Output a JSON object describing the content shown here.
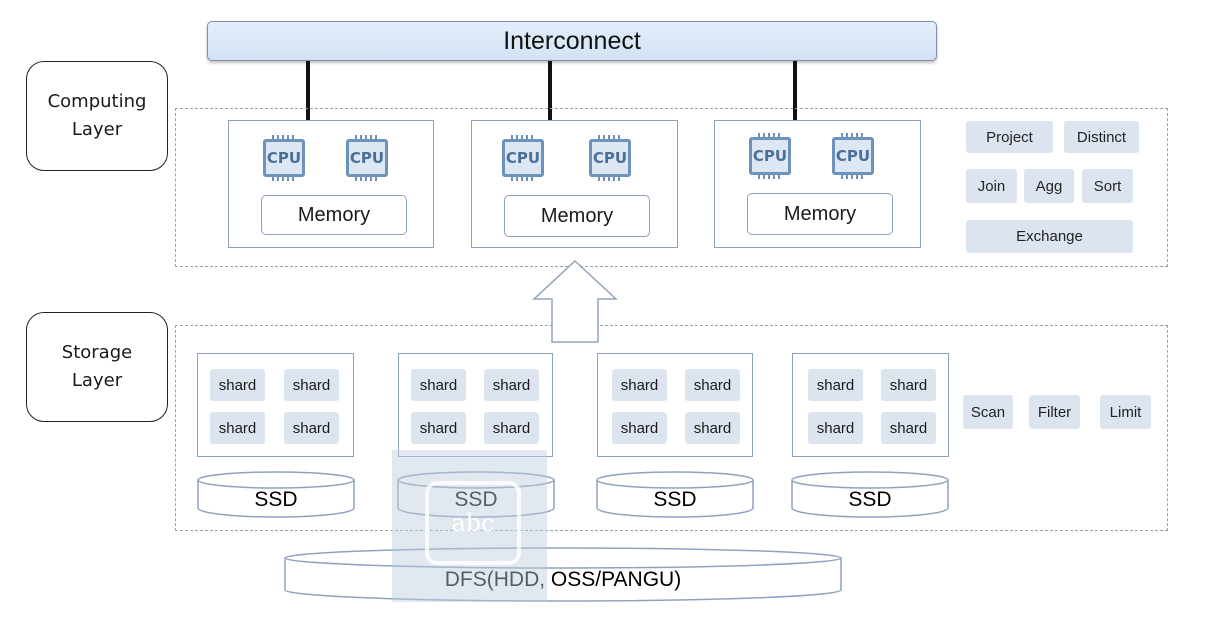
{
  "interconnect": {
    "label": "Interconnect"
  },
  "layers": {
    "computing": "Computing\nLayer",
    "storage": "Storage\nLayer"
  },
  "compute_nodes": [
    {
      "cpus": [
        "CPU",
        "CPU"
      ],
      "memory": "Memory"
    },
    {
      "cpus": [
        "CPU",
        "CPU"
      ],
      "memory": "Memory"
    },
    {
      "cpus": [
        "CPU",
        "CPU"
      ],
      "memory": "Memory"
    }
  ],
  "compute_operators": [
    "Project",
    "Distinct",
    "Join",
    "Agg",
    "Sort",
    "Exchange"
  ],
  "storage_nodes": [
    {
      "shards": [
        "shard",
        "shard",
        "shard",
        "shard"
      ],
      "disk": "SSD"
    },
    {
      "shards": [
        "shard",
        "shard",
        "shard",
        "shard"
      ],
      "disk": "SSD"
    },
    {
      "shards": [
        "shard",
        "shard",
        "shard",
        "shard"
      ],
      "disk": "SSD"
    },
    {
      "shards": [
        "shard",
        "shard",
        "shard",
        "shard"
      ],
      "disk": "SSD"
    }
  ],
  "storage_operators": [
    "Scan",
    "Filter",
    "Limit"
  ],
  "dfs": {
    "label": "DFS(HDD, OSS/PANGU)"
  },
  "overlay_icon": {
    "text": "abc"
  },
  "colors": {
    "accent": "#6d93bd",
    "pill": "#dce5ef",
    "region_border": "#8fa4bb"
  }
}
